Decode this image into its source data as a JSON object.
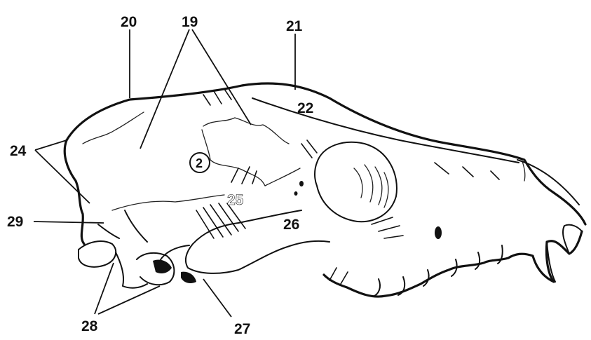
{
  "labels": {
    "l20": "20",
    "l19": "19",
    "l21": "21",
    "l22": "22",
    "l24": "24",
    "l2": "2",
    "l25": "25",
    "l26": "26",
    "l29": "29",
    "l28": "28",
    "l27": "27"
  },
  "colors": {
    "ink": "#111111",
    "background": "#ffffff"
  }
}
